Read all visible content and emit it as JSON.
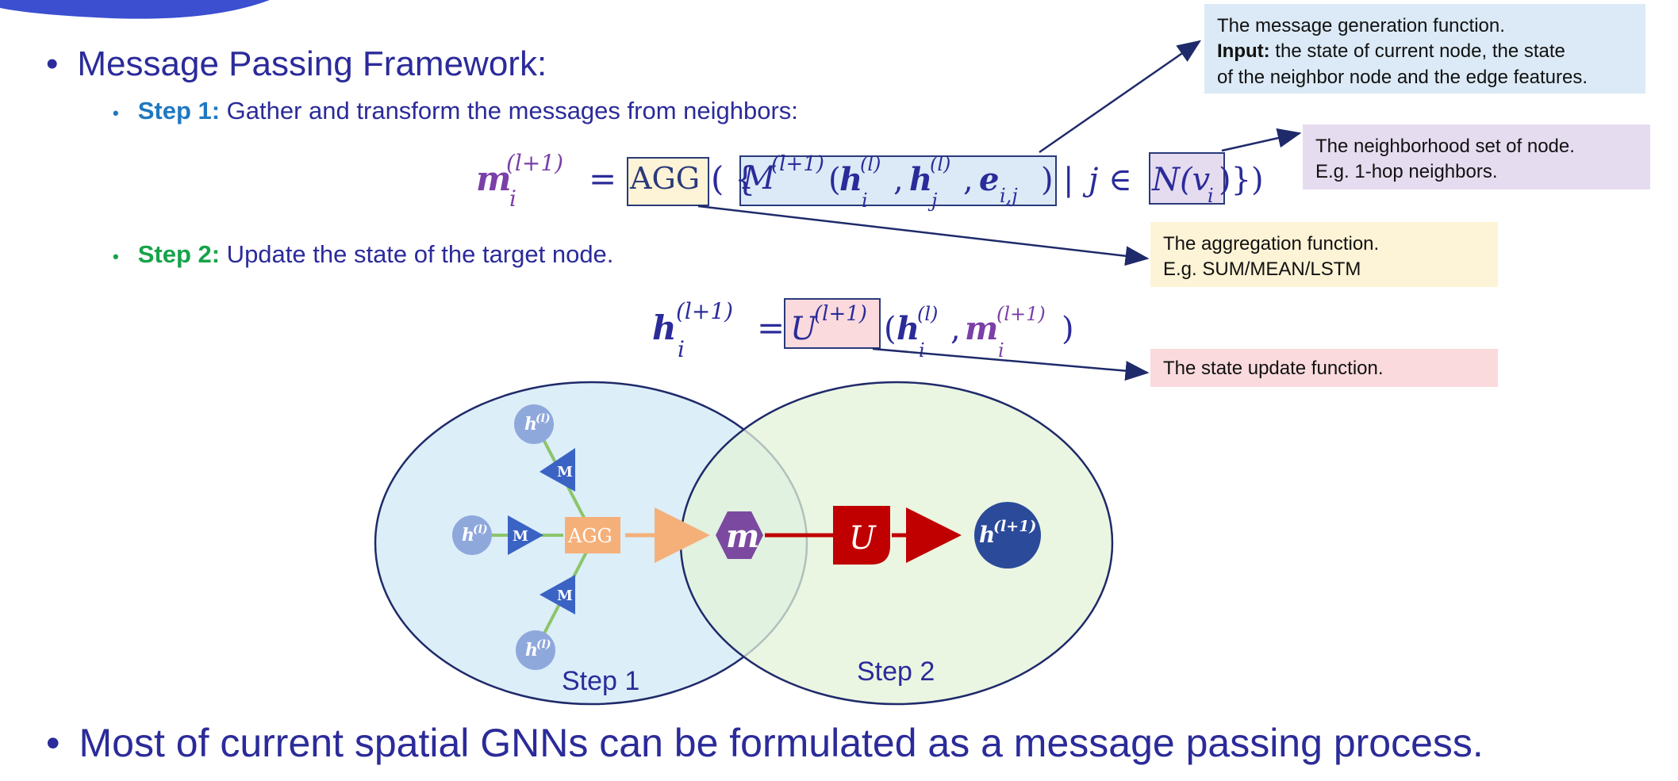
{
  "bullets": {
    "framework": "Message Passing Framework:",
    "step1_label": "Step 1:",
    "step1_text": " Gather and transform the messages from neighbors:",
    "step2_label": "Step 2:",
    "step2_text": " Update the state of the target node.",
    "conclusion": "Most of current spatial GNNs can be formulated as a message passing process."
  },
  "callouts": {
    "message_gen_line1": "The message generation function.",
    "message_gen_input_label": "Input:",
    "message_gen_line2": " the state of current node, the state",
    "message_gen_line3": "of the neighbor node and the edge features.",
    "neighborhood_line1": "The neighborhood set of node.",
    "neighborhood_line2": "E.g. 1-hop neighbors.",
    "aggregation_line1": "The aggregation function.",
    "aggregation_line2": "E.g. SUM/MEAN/LSTM",
    "update": "The state update function."
  },
  "equation1": {
    "lhs": "m",
    "lhs_sub": "i",
    "lhs_sup": "(l+1)",
    "equals": "=",
    "agg": "AGG",
    "open": "( {",
    "msg_fn": "M",
    "msg_sup": "(l+1)",
    "args": "(h, h, e)",
    "h_sub_i": "i",
    "h_sub_j": "j",
    "h_sup": "(l)",
    "e_sub": "i,j",
    "bar": "|",
    "j_in": "j ∈",
    "nbr": "N(v",
    "nbr_sub": "i",
    "close": ")})"
  },
  "equation2": {
    "lhs": "h",
    "lhs_sub": "i",
    "lhs_sup": "(l+1)",
    "equals": "=",
    "upd_fn": "U",
    "upd_sup": "(l+1)",
    "arg_h": "h",
    "arg_h_sub": "i",
    "arg_h_sup": "(l)",
    "arg_m": "m",
    "arg_m_sub": "i",
    "arg_m_sup": "(l+1)"
  },
  "diagram": {
    "node_label": "h",
    "node_sup": "(l)",
    "msg_label": "M",
    "agg_label": "AGG",
    "m_label": "m",
    "u_label": "U",
    "out_label": "h",
    "out_sup": "(l+1)",
    "step1": "Step 1",
    "step2": "Step 2"
  },
  "colors": {
    "title_blue": "#2b2b9a",
    "step1_blue": "#1f78c1",
    "step2_green": "#16a34a",
    "callout_blue": "#dbeaf6",
    "callout_purple": "#e6dcf0",
    "callout_yellow": "#fdf3d6",
    "callout_red": "#fadadd",
    "circle1": "#dceef8",
    "circle2": "#e3f3d8",
    "node_blue": "#8fa8dc",
    "msg_blue": "#3a63c4",
    "agg_orange": "#f5b07a",
    "m_purple": "#7b4aa0",
    "u_red": "#c00000",
    "out_blue": "#2b4a9a"
  }
}
